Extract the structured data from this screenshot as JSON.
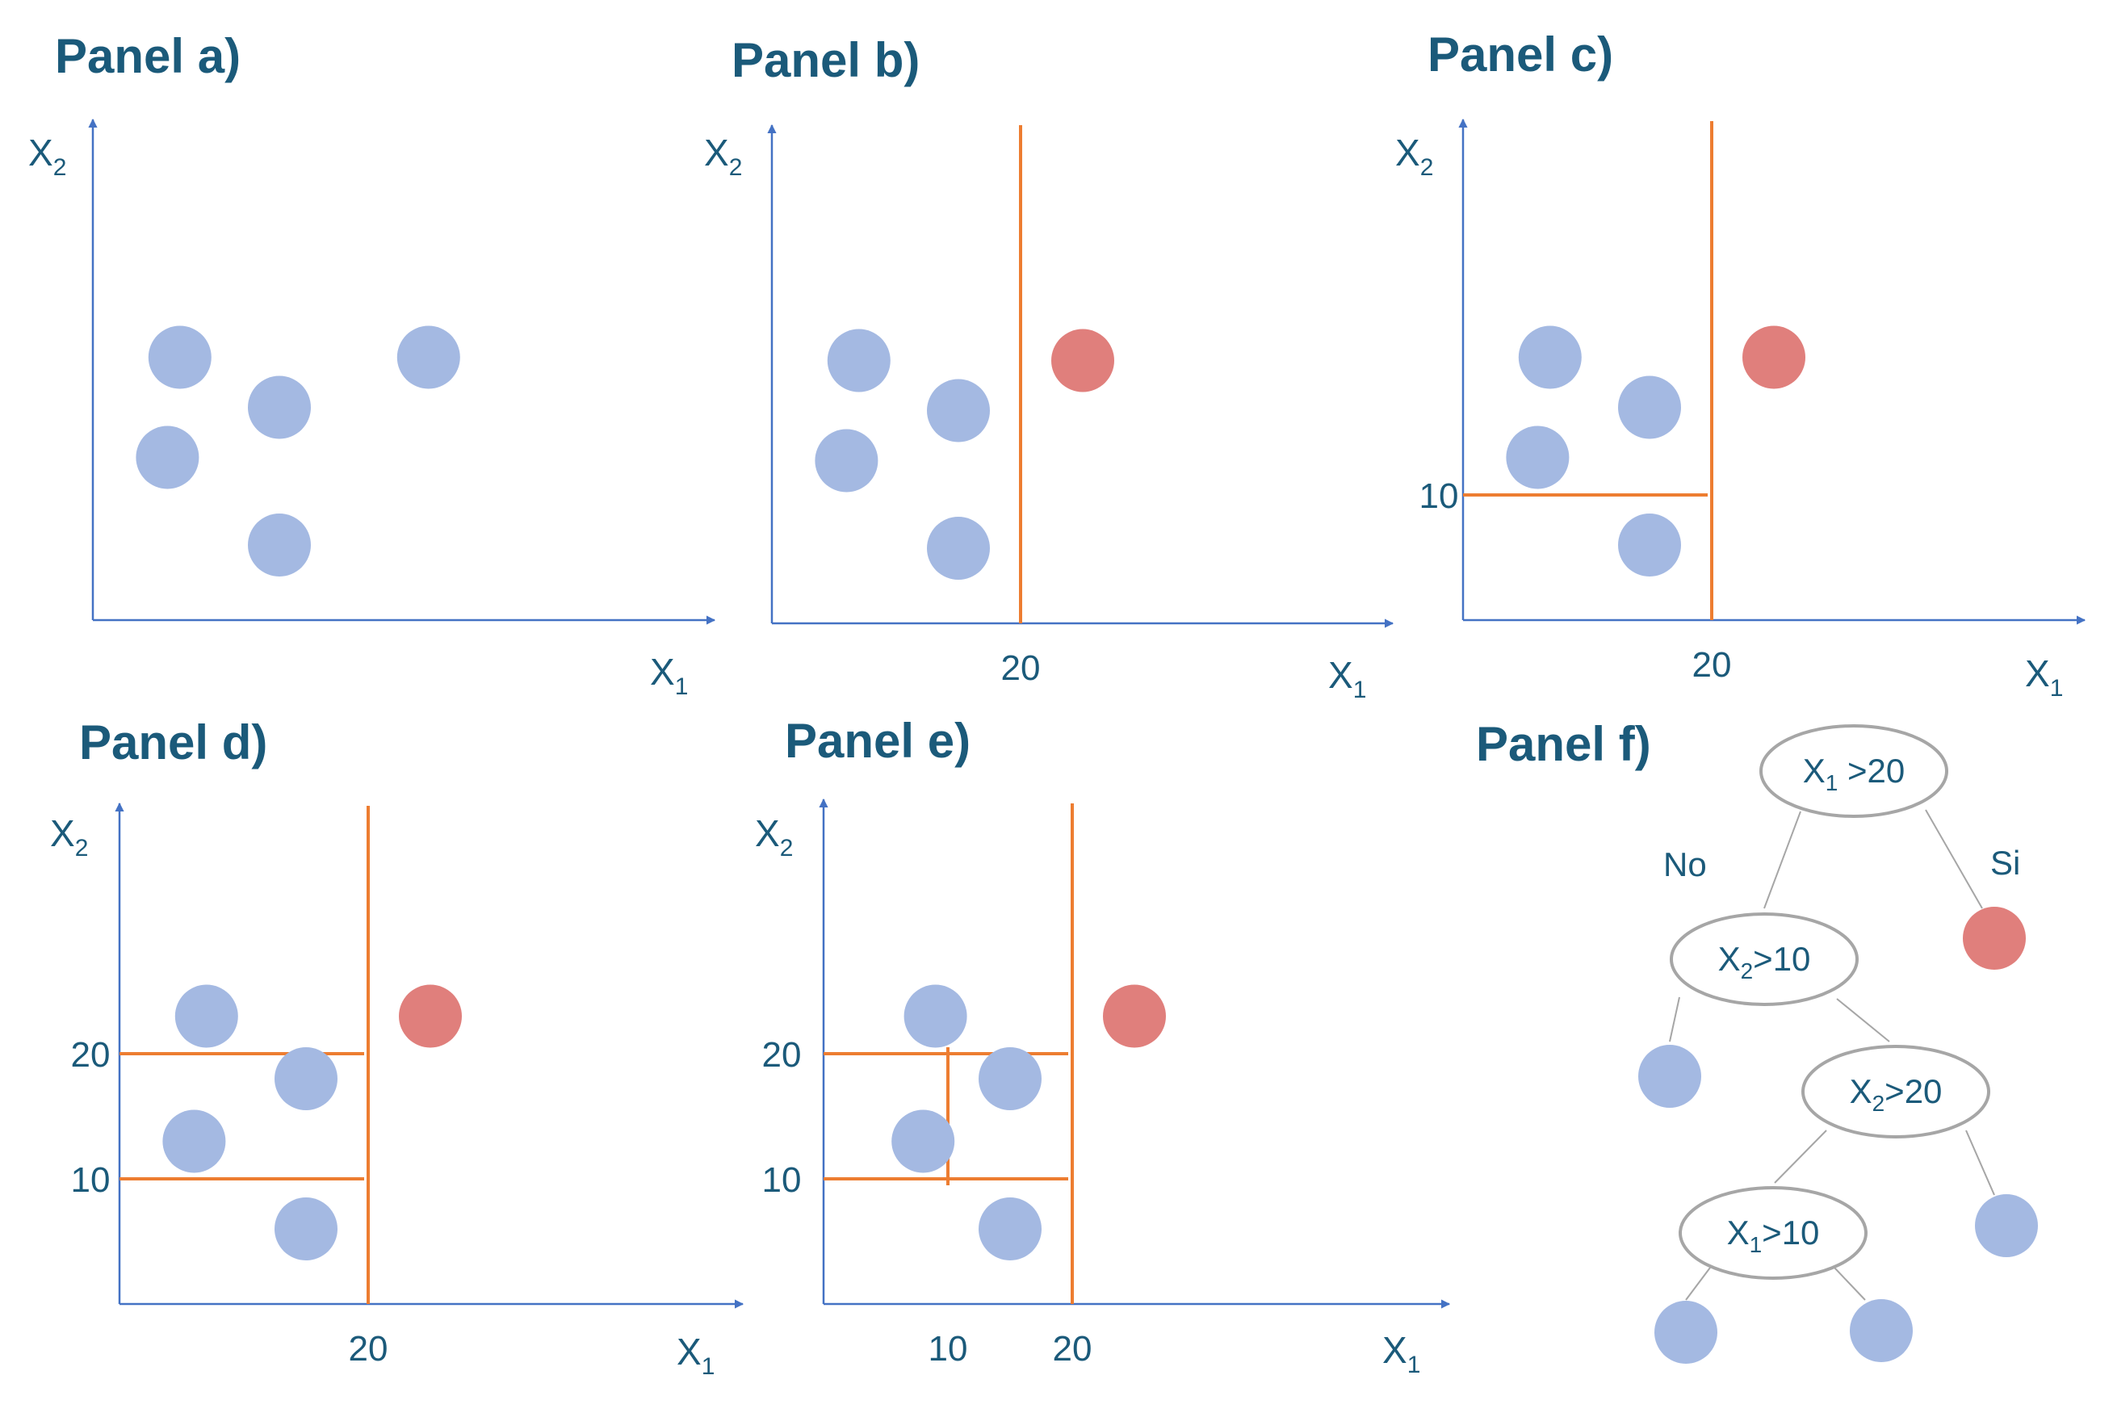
{
  "colors": {
    "title": "#1b5a7a",
    "axis": "#4472c4",
    "split": "#ed7d31",
    "point_blue": "#a4b9e2",
    "point_red": "#e07f7c",
    "tree_border": "#a6a6a6",
    "tree_edge": "#a6a6a6",
    "text": "#1b5a7a"
  },
  "axis_label": {
    "x": "X",
    "x_sub": "1",
    "y": "X",
    "y_sub": "2"
  },
  "panels": [
    {
      "id": "a",
      "title": "Panel a)",
      "points": [
        {
          "x": 7,
          "y": 21,
          "class": "blue"
        },
        {
          "x": 15,
          "y": 17,
          "class": "blue"
        },
        {
          "x": 6,
          "y": 13,
          "class": "blue"
        },
        {
          "x": 15,
          "y": 6,
          "class": "blue"
        },
        {
          "x": 27,
          "y": 21,
          "class": "blue"
        }
      ],
      "vlines": [],
      "hlines": [],
      "x_ticks": [],
      "y_ticks": []
    },
    {
      "id": "b",
      "title": "Panel b)",
      "points": [
        {
          "x": 7,
          "y": 21,
          "class": "blue"
        },
        {
          "x": 15,
          "y": 17,
          "class": "blue"
        },
        {
          "x": 6,
          "y": 13,
          "class": "blue"
        },
        {
          "x": 15,
          "y": 6,
          "class": "blue"
        },
        {
          "x": 25,
          "y": 21,
          "class": "red"
        }
      ],
      "vlines": [
        {
          "x": 20
        }
      ],
      "hlines": [],
      "x_ticks": [
        "20"
      ],
      "y_ticks": []
    },
    {
      "id": "c",
      "title": "Panel c)",
      "points": [
        {
          "x": 7,
          "y": 21,
          "class": "blue"
        },
        {
          "x": 15,
          "y": 17,
          "class": "blue"
        },
        {
          "x": 6,
          "y": 13,
          "class": "blue"
        },
        {
          "x": 15,
          "y": 6,
          "class": "blue"
        },
        {
          "x": 25,
          "y": 21,
          "class": "red"
        }
      ],
      "vlines": [
        {
          "x": 20
        }
      ],
      "hlines": [
        {
          "y": 10
        }
      ],
      "x_ticks": [
        "20"
      ],
      "y_ticks": [
        "10"
      ]
    },
    {
      "id": "d",
      "title": "Panel d)",
      "points": [
        {
          "x": 7,
          "y": 23,
          "class": "blue"
        },
        {
          "x": 15,
          "y": 18,
          "class": "blue"
        },
        {
          "x": 6,
          "y": 13,
          "class": "blue"
        },
        {
          "x": 15,
          "y": 6,
          "class": "blue"
        },
        {
          "x": 25,
          "y": 23,
          "class": "red"
        }
      ],
      "vlines": [
        {
          "x": 20
        }
      ],
      "hlines": [
        {
          "y": 20
        },
        {
          "y": 10
        }
      ],
      "x_ticks": [
        "20"
      ],
      "y_ticks": [
        "20",
        "10"
      ]
    },
    {
      "id": "e",
      "title": "Panel e)",
      "points": [
        {
          "x": 9,
          "y": 23,
          "class": "blue"
        },
        {
          "x": 15,
          "y": 18,
          "class": "blue"
        },
        {
          "x": 8,
          "y": 13,
          "class": "blue"
        },
        {
          "x": 15,
          "y": 6,
          "class": "blue"
        },
        {
          "x": 25,
          "y": 23,
          "class": "red"
        }
      ],
      "vlines": [
        {
          "x": 20
        },
        {
          "x": 10
        }
      ],
      "hlines": [
        {
          "y": 20
        },
        {
          "y": 10
        }
      ],
      "x_ticks": [
        "10",
        "20"
      ],
      "y_ticks": [
        "20",
        "10"
      ]
    }
  ],
  "tree": {
    "title": "Panel f)",
    "nodes": [
      {
        "id": "root",
        "var": "X",
        "sub": "1",
        "rest": " >20"
      },
      {
        "id": "n2",
        "var": "X",
        "sub": "2",
        "rest": ">10"
      },
      {
        "id": "n3",
        "var": "X",
        "sub": "2",
        "rest": ">20"
      },
      {
        "id": "n4",
        "var": "X",
        "sub": "1",
        "rest": ">10"
      }
    ],
    "leaves": [
      {
        "id": "root-yes",
        "class": "red"
      },
      {
        "id": "n2-no",
        "class": "blue"
      },
      {
        "id": "n3-yes",
        "class": "blue"
      },
      {
        "id": "n4-no",
        "class": "blue"
      },
      {
        "id": "n4-yes",
        "class": "blue"
      }
    ],
    "branch_labels": {
      "no": "No",
      "yes": "Si"
    }
  }
}
